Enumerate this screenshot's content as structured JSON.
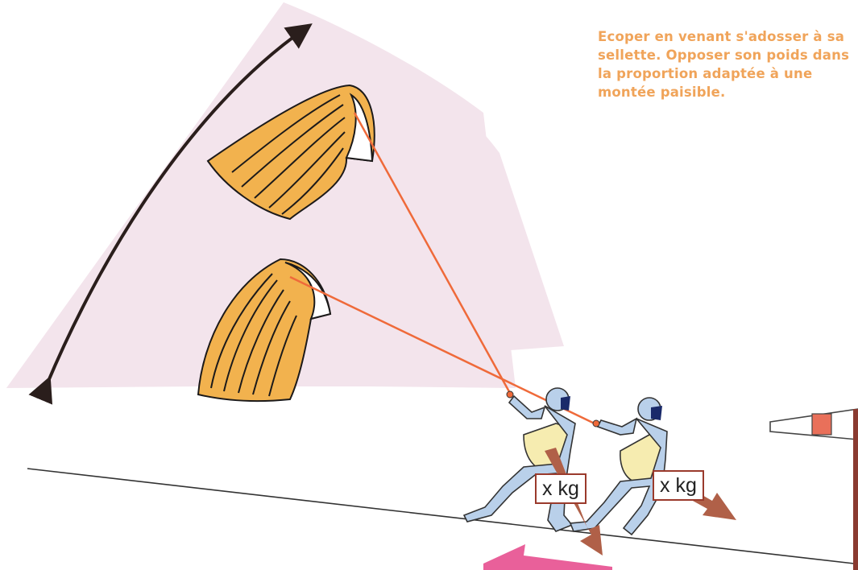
{
  "caption": "Ecoper en venant s'adosser à sa sellette. Opposer son poids dans la proportion adaptée à une montée paisible.",
  "weight_labels": [
    "x kg",
    "x kg"
  ],
  "colors": {
    "caption": "#f0a45a",
    "wing": "#f2b24e",
    "line": "#ef6a3a",
    "arc_zone": "#f1e2ea",
    "arrow_dark": "#2a1e1c",
    "arrow_force": "#b06048",
    "arrow_pink": "#e9609a",
    "pilot_body": "#b9d0ea",
    "harness": "#f6ecb0"
  },
  "icons": [
    "double-headed-arc-arrow",
    "paraglider-wing",
    "pilot-figure",
    "force-arrow",
    "windsock"
  ]
}
